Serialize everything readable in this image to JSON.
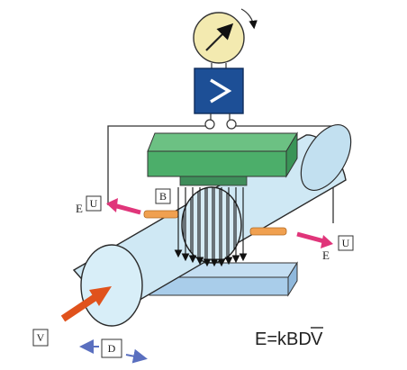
{
  "formula": {
    "text": "E=kBD",
    "overbar_letter": "V"
  },
  "labels": {
    "magnetic_field": "B",
    "voltage_left": "U",
    "voltage_right": "U",
    "emf_left": "E",
    "emf_right": "E",
    "velocity": "V",
    "diameter": "D"
  },
  "colors": {
    "pipe": "#cfe8f4",
    "pipe_stroke": "#2a2a2a",
    "top_magnet": "#4cae6a",
    "bottom_magnet": "#a9cdea",
    "amplifier": "#1d4f96",
    "meter_face": "#f3eab0",
    "flow_arrow": "#e0521c",
    "emf_arrow": "#e0357a",
    "electrode": "#f0a050",
    "dimension_arrow": "#5a6fbf"
  },
  "icons": {
    "meter": "gauge-icon",
    "amplifier": "amplifier-icon"
  }
}
